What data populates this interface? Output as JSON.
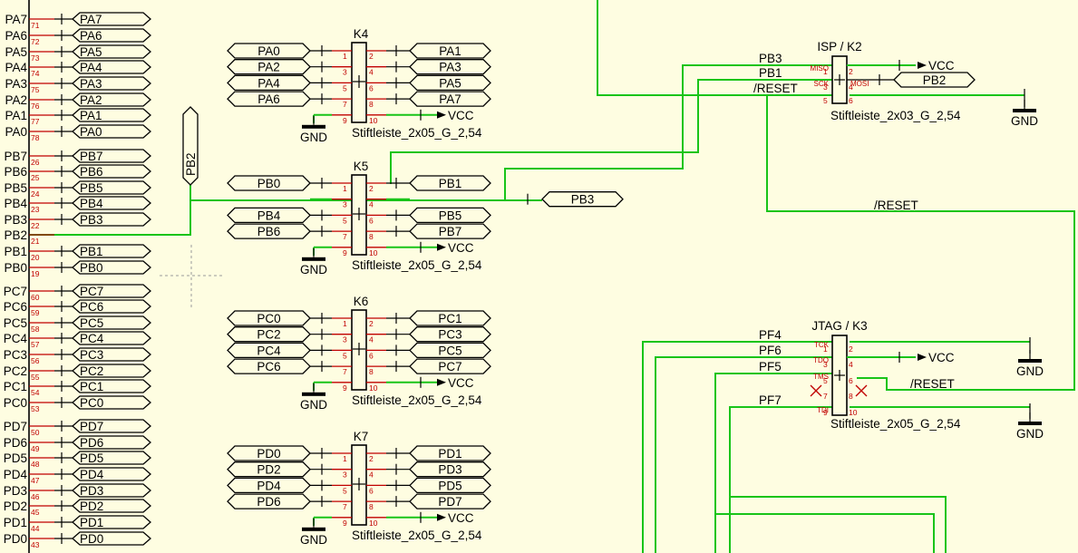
{
  "mcu_pins": [
    {
      "name": "PA7",
      "num": "71"
    },
    {
      "name": "PA6",
      "num": "72"
    },
    {
      "name": "PA5",
      "num": "73"
    },
    {
      "name": "PA4",
      "num": "74"
    },
    {
      "name": "PA3",
      "num": "75"
    },
    {
      "name": "PA2",
      "num": "76"
    },
    {
      "name": "PA1",
      "num": "77"
    },
    {
      "name": "PA0",
      "num": "78"
    },
    {
      "name": "PB7",
      "num": "26"
    },
    {
      "name": "PB6",
      "num": "25"
    },
    {
      "name": "PB5",
      "num": "24"
    },
    {
      "name": "PB4",
      "num": "23"
    },
    {
      "name": "PB3",
      "num": "22"
    },
    {
      "name": "PB2",
      "num": "21",
      "noport": true
    },
    {
      "name": "PB1",
      "num": "20"
    },
    {
      "name": "PB0",
      "num": "19"
    },
    {
      "name": "PC7",
      "num": "60"
    },
    {
      "name": "PC6",
      "num": "59"
    },
    {
      "name": "PC5",
      "num": "58"
    },
    {
      "name": "PC4",
      "num": "57"
    },
    {
      "name": "PC3",
      "num": "56"
    },
    {
      "name": "PC2",
      "num": "55"
    },
    {
      "name": "PC1",
      "num": "54"
    },
    {
      "name": "PC0",
      "num": "53"
    },
    {
      "name": "PD7",
      "num": "50"
    },
    {
      "name": "PD6",
      "num": "49"
    },
    {
      "name": "PD5",
      "num": "48"
    },
    {
      "name": "PD4",
      "num": "47"
    },
    {
      "name": "PD3",
      "num": "46"
    },
    {
      "name": "PD2",
      "num": "45"
    },
    {
      "name": "PD1",
      "num": "44"
    },
    {
      "name": "PD0",
      "num": "43"
    }
  ],
  "pb2_port": "PB2",
  "headers": [
    {
      "name": "K4",
      "part": "Stiftleiste_2x05_G_2,54",
      "vcc": "VCC",
      "gnd": "GND",
      "left": [
        "PA0",
        "PA2",
        "PA4",
        "PA6"
      ],
      "right": [
        "PA1",
        "PA3",
        "PA5",
        "PA7"
      ]
    },
    {
      "name": "K5",
      "part": "Stiftleiste_2x05_G_2,54",
      "vcc": "VCC",
      "gnd": "GND",
      "left": [
        "PB0",
        "",
        "PB4",
        "PB6"
      ],
      "right": [
        "PB1",
        "",
        "PB5",
        "PB7"
      ],
      "extra": "PB3"
    },
    {
      "name": "K6",
      "part": "Stiftleiste_2x05_G_2,54",
      "vcc": "VCC",
      "gnd": "GND",
      "left": [
        "PC0",
        "PC2",
        "PC4",
        "PC6"
      ],
      "right": [
        "PC1",
        "PC3",
        "PC5",
        "PC7"
      ]
    },
    {
      "name": "K7",
      "part": "Stiftleiste_2x05_G_2,54",
      "vcc": "VCC",
      "gnd": "GND",
      "left": [
        "PD0",
        "PD2",
        "PD4",
        "PD6"
      ],
      "right": [
        "PD1",
        "PD3",
        "PD5",
        "PD7"
      ]
    }
  ],
  "pin_numbers": [
    "1",
    "2",
    "3",
    "4",
    "5",
    "6",
    "7",
    "8",
    "9",
    "10"
  ],
  "isp": {
    "title": "ISP / K2",
    "part": "Stiftleiste_2x03_G_2,54",
    "nets": [
      "PB3",
      "PB1",
      "/RESET"
    ],
    "pin_labels": {
      "miso": "MISO",
      "sck": "SCK",
      "mosi": "MOSI"
    },
    "pins": [
      "1",
      "2",
      "3",
      "4",
      "5",
      "6"
    ],
    "vcc": "VCC",
    "gnd": "GND",
    "port": "PB2"
  },
  "jtag": {
    "title": "JTAG / K3",
    "part": "Stiftleiste_2x05_G_2,54",
    "nets": [
      "PF4",
      "PF6",
      "PF5",
      "PF7"
    ],
    "pin_labels": {
      "tck": "TCK",
      "tdo": "TDO",
      "tms": "TMS",
      "tdi": "TDI"
    },
    "pins": [
      "1",
      "2",
      "3",
      "4",
      "5",
      "6",
      "7",
      "8",
      "9",
      "10"
    ],
    "vcc": "VCC",
    "gnd": "GND",
    "reset": "/RESET"
  },
  "reset_net": "/RESET",
  "colors": {
    "wire": "#19c419",
    "pin": "#c00000",
    "background": "#fefde1"
  }
}
